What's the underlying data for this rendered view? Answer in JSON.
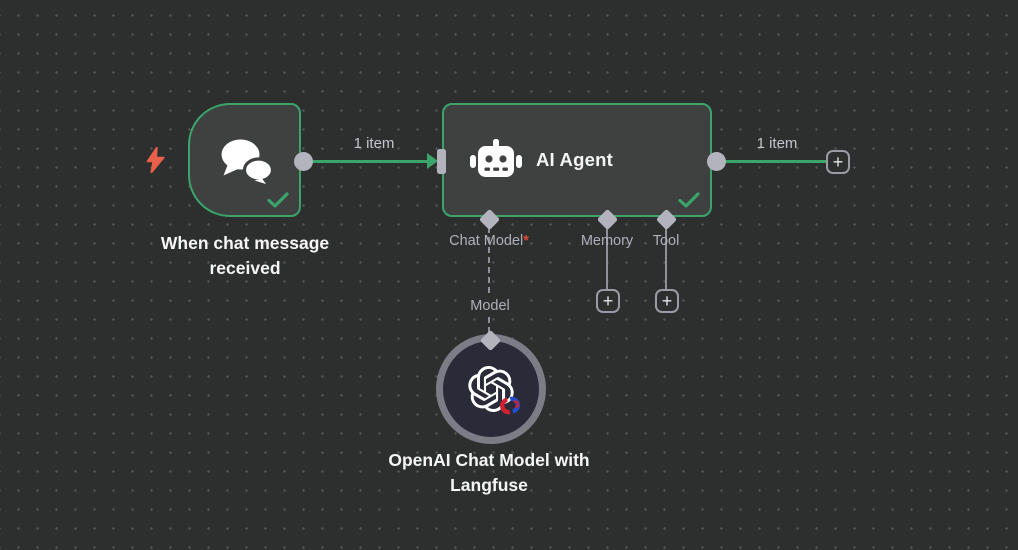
{
  "colors": {
    "background": "#2d2e2e",
    "dot": "#535456",
    "node_fill": "#3f4141",
    "green": "#3aa46a",
    "connector": "#b2b3bd",
    "line_gray": "#8f909b",
    "label_gray": "#aeb1ba",
    "item_label": "#c3c6cd",
    "required_red": "#d94a3a",
    "bolt": "#e8604a",
    "ring": "#7c7c86",
    "model_fill": "#2a2a38",
    "text": "#f5f5f5",
    "plus_border": "#9a9ba5",
    "plus_glyph": "#e6e6ea"
  },
  "trigger_node": {
    "name": "When chat message received",
    "icon": "chat-bubbles",
    "status": "success"
  },
  "agent_node": {
    "title": "AI Agent",
    "icon": "robot",
    "status": "success",
    "ports": [
      {
        "label": "Chat Model",
        "required_marker": "*"
      },
      {
        "label": "Memory"
      },
      {
        "label": "Tool"
      }
    ]
  },
  "model_node": {
    "name": "OpenAI Chat Model with Langfuse",
    "icon": "openai-logo-with-langfuse-badge"
  },
  "connections": {
    "trigger_to_agent_label": "1 item",
    "agent_output_label": "1 item",
    "model_connection_label": "Model"
  },
  "ui": {
    "plus_glyph": "+"
  }
}
